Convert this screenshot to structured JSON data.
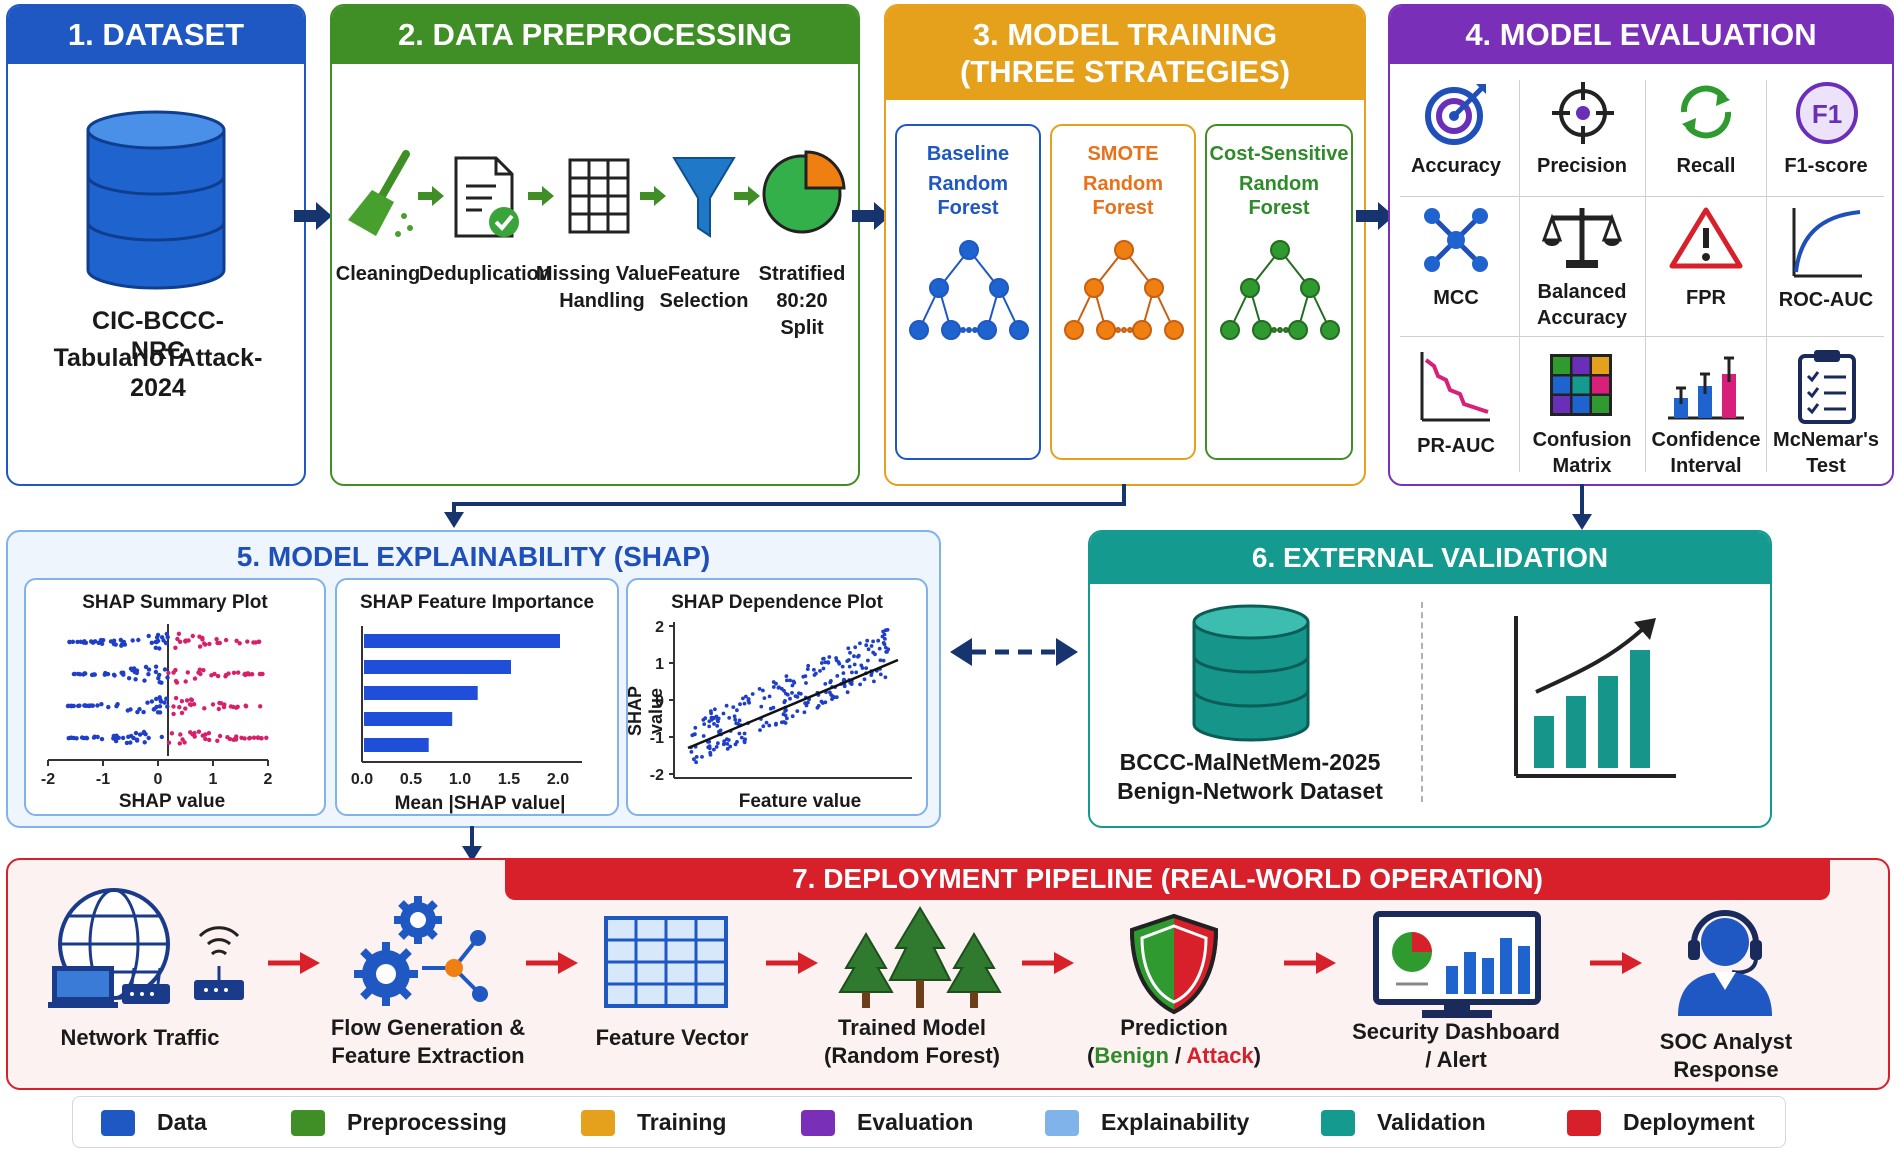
{
  "colors": {
    "dataset": "#1f57c3",
    "preprocessing": "#3f8f26",
    "training": "#e5a11b",
    "evaluation": "#7a2fb8",
    "explainability": "#7fb3ea",
    "validation": "#149a8e",
    "deployment": "#d8202a",
    "arrow_navy": "#16356e"
  },
  "dataset": {
    "title": "1. DATASET",
    "name_line1": "CIC-BCCC-NRC",
    "name_line2": "TabularIoTAttack-2024",
    "icon": "database-icon"
  },
  "preprocessing": {
    "title": "2. DATA PREPROCESSING",
    "steps": [
      {
        "label_1": "Cleaning",
        "label_2": "",
        "label_3": "",
        "icon": "broom-icon"
      },
      {
        "label_1": "Deduplication",
        "label_2": "",
        "label_3": "",
        "icon": "document-check-icon"
      },
      {
        "label_1": "Missing Value",
        "label_2": "Handling",
        "label_3": "",
        "icon": "grid-icon"
      },
      {
        "label_1": "Feature",
        "label_2": "Selection",
        "label_3": "",
        "icon": "funnel-icon"
      },
      {
        "label_1": "Stratified",
        "label_2": "80:20",
        "label_3": "Split",
        "icon": "pie-icon"
      }
    ]
  },
  "training": {
    "title_1": "3. MODEL TRAINING",
    "title_2": "(THREE STRATEGIES)",
    "strategies": [
      {
        "line1": "Baseline",
        "line2": "Random Forest",
        "color": "#1f57c3"
      },
      {
        "line1": "SMOTE",
        "line2": "Random Forest",
        "color": "#e8711a"
      },
      {
        "line1": "Cost-Sensitive",
        "line2": "Random Forest",
        "color": "#2f8a2a"
      }
    ]
  },
  "evaluation": {
    "title": "4. MODEL EVALUATION",
    "metrics": [
      {
        "line1": "Accuracy",
        "line2": "",
        "icon": "target-icon"
      },
      {
        "line1": "Precision",
        "line2": "",
        "icon": "crosshair-icon"
      },
      {
        "line1": "Recall",
        "line2": "",
        "icon": "refresh-icon"
      },
      {
        "line1": "F1-score",
        "line2": "",
        "icon": "f1-icon"
      },
      {
        "line1": "MCC",
        "line2": "",
        "icon": "network-icon"
      },
      {
        "line1": "Balanced",
        "line2": "Accuracy",
        "icon": "scales-icon"
      },
      {
        "line1": "FPR",
        "line2": "",
        "icon": "warning-icon"
      },
      {
        "line1": "ROC-AUC",
        "line2": "",
        "icon": "roc-curve-icon"
      },
      {
        "line1": "PR-AUC",
        "line2": "",
        "icon": "pr-curve-icon"
      },
      {
        "line1": "Confusion",
        "line2": "Matrix",
        "icon": "matrix-icon"
      },
      {
        "line1": "Confidence",
        "line2": "Interval",
        "icon": "error-bars-icon"
      },
      {
        "line1": "McNemar's",
        "line2": "Test",
        "icon": "clipboard-icon"
      }
    ]
  },
  "explainability": {
    "title": "5. MODEL EXPLAINABILITY (SHAP)",
    "summary": {
      "title": "SHAP Summary Plot",
      "xlabel": "SHAP value",
      "ticks": [
        "-2",
        "-1",
        "0",
        "1",
        "2"
      ]
    },
    "importance": {
      "title": "SHAP Feature Importance",
      "xlabel": "Mean |SHAP value|",
      "ticks": [
        "0.0",
        "0.5",
        "1.0",
        "1.5",
        "2.0"
      ]
    },
    "dependence": {
      "title": "SHAP Dependence Plot",
      "xlabel": "Feature value",
      "ylabel": "SHAP value",
      "ticks": [
        "2",
        "1",
        "0",
        "-1",
        "-2"
      ]
    }
  },
  "validation": {
    "title": "6. EXTERNAL VALIDATION",
    "dataset_line1": "BCCC-MalNetMem-2025",
    "dataset_line2": "Benign-Network Dataset"
  },
  "deployment": {
    "title": "7. DEPLOYMENT PIPELINE (REAL-WORLD OPERATION)",
    "steps": [
      {
        "line1": "Network Traffic",
        "line2": "",
        "icon": "globe-network-icon"
      },
      {
        "line1": "Flow Generation &",
        "line2": "Feature Extraction",
        "icon": "gears-icon"
      },
      {
        "line1": "Feature Vector",
        "line2": "",
        "icon": "table-icon"
      },
      {
        "line1": "Trained Model",
        "line2": "(Random Forest)",
        "icon": "trees-icon"
      },
      {
        "line1": "Prediction",
        "line2": "",
        "icon": "shield-icon"
      },
      {
        "line1": "Security Dashboard",
        "line2": "/ Alert",
        "icon": "dashboard-icon"
      },
      {
        "line1": "SOC Analyst",
        "line2": "Response",
        "icon": "analyst-headset-icon"
      }
    ],
    "prediction_benign": "Benign",
    "prediction_sep": " / ",
    "prediction_attack": "Attack",
    "prediction_open": "(",
    "prediction_close": ")"
  },
  "legend": [
    {
      "label": "Data",
      "color": "#1f57c3"
    },
    {
      "label": "Preprocessing",
      "color": "#3f8f26"
    },
    {
      "label": "Training",
      "color": "#e5a11b"
    },
    {
      "label": "Evaluation",
      "color": "#7a2fb8"
    },
    {
      "label": "Explainability",
      "color": "#7fb3ea"
    },
    {
      "label": "Validation",
      "color": "#149a8e"
    },
    {
      "label": "Deployment",
      "color": "#d8202a"
    }
  ]
}
